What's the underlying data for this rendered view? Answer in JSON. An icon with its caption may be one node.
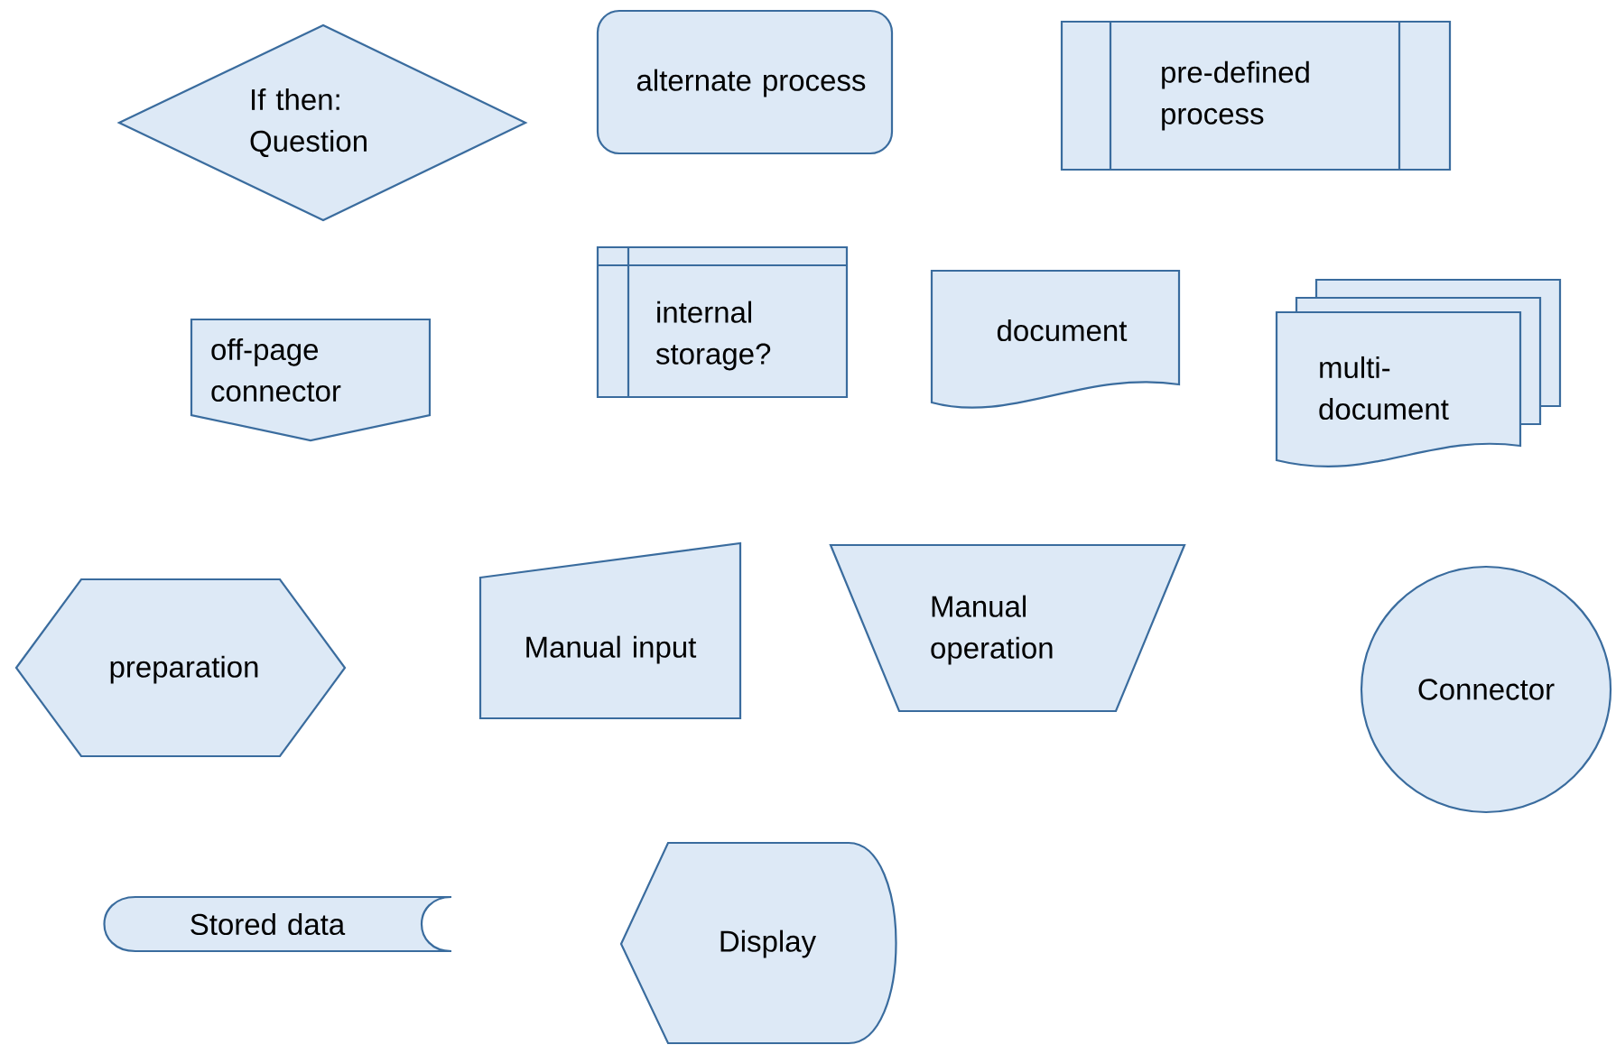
{
  "diagram": {
    "nodes": [
      {
        "text": [
          "If then: Question"
        ]
      },
      {
        "text": [
          "alternate process"
        ]
      },
      {
        "text": [
          "pre-defined process"
        ]
      },
      {
        "text": [
          "off-page connector"
        ]
      },
      {
        "text": [
          "internal storage?"
        ]
      },
      {
        "text": [
          "document"
        ]
      },
      {
        "text": [
          "multi-document"
        ]
      },
      {
        "text": [
          "preparation"
        ]
      },
      {
        "text": [
          "Manual input"
        ]
      },
      {
        "text": [
          "Manual operation"
        ]
      },
      {
        "text": [
          "Connector"
        ]
      },
      {
        "text": [
          "Stored data"
        ]
      },
      {
        "text": [
          "Display"
        ]
      }
    ]
  }
}
